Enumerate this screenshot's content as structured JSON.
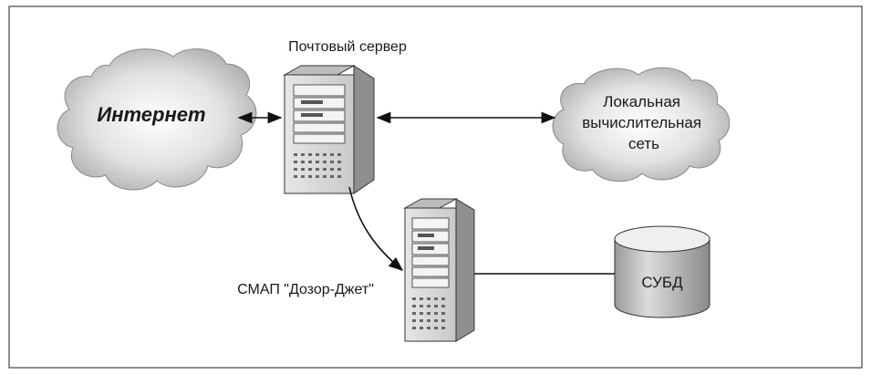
{
  "nodes": {
    "internet": {
      "label": "Интернет"
    },
    "mail_server": {
      "label": "Почтовый сервер"
    },
    "lan": {
      "lines": [
        "Локальная",
        "вычислительная",
        "сеть"
      ]
    },
    "smap": {
      "label": "СМАП \"Дозор-Джет\""
    },
    "dbms": {
      "label": "СУБД"
    }
  },
  "connections": [
    {
      "from": "internet",
      "to": "mail_server",
      "type": "bidirectional-arrow"
    },
    {
      "from": "mail_server",
      "to": "lan",
      "type": "bidirectional-arrow"
    },
    {
      "from": "mail_server",
      "to": "smap",
      "type": "arrow"
    },
    {
      "from": "smap",
      "to": "dbms",
      "type": "line"
    }
  ]
}
